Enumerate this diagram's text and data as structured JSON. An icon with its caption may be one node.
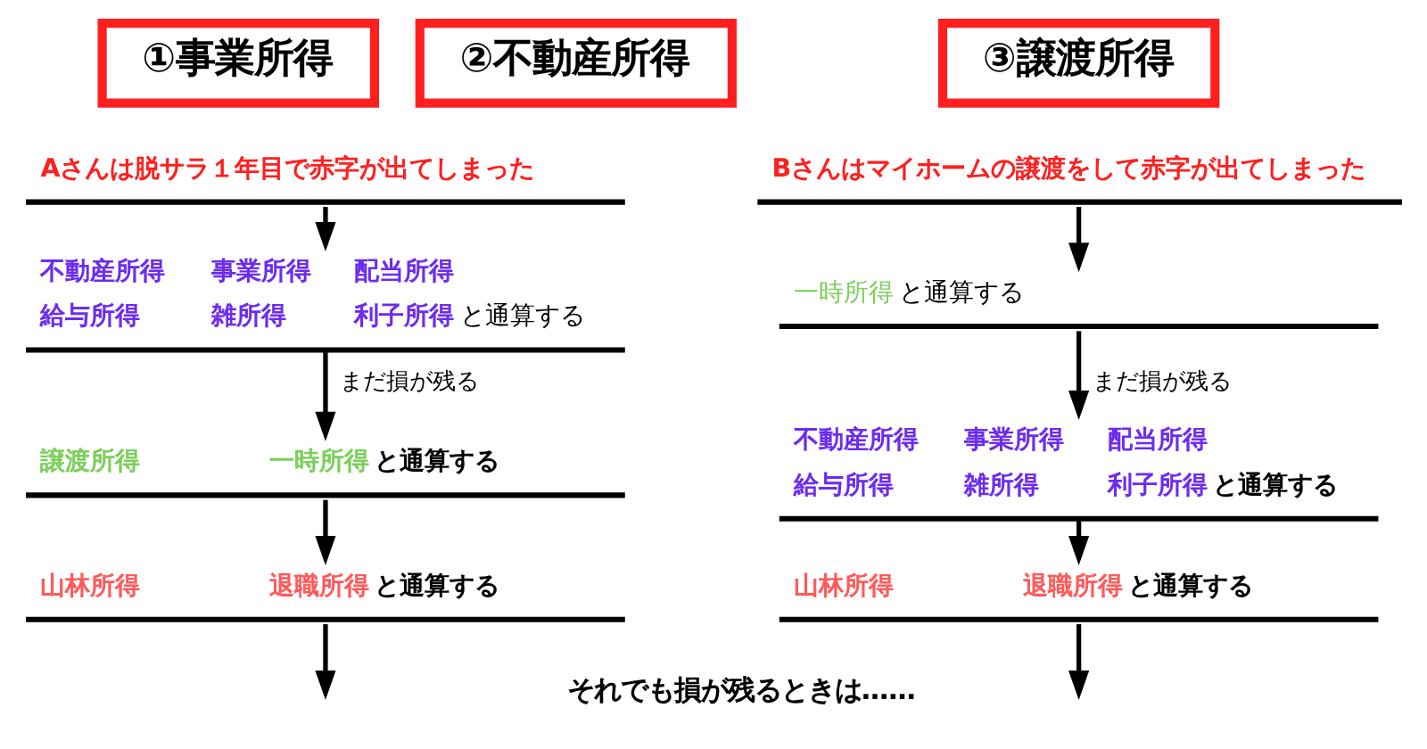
{
  "diagram": {
    "nodes": [
      {
        "text": [
          "①事業所得"
        ]
      },
      {
        "text": [
          "②不動産所得"
        ]
      },
      {
        "text": [
          "③譲渡所得"
        ]
      },
      {
        "text": [
          "Aさんは脱サラ１年目で赤字が出てしまった"
        ]
      },
      {
        "text": [
          "不動産所得",
          "事業所得",
          "配当所得",
          "給与所得",
          "雑所得",
          "利子所得",
          "と通算する"
        ]
      },
      {
        "text": [
          "譲渡所得",
          "一時所得",
          "と通算する"
        ]
      },
      {
        "text": [
          "山林所得",
          "退職所得",
          "と通算する"
        ]
      },
      {
        "text": [
          "Bさんはマイホームの譲渡をして赤字が出てしまった"
        ]
      },
      {
        "text": [
          "一時所得",
          "と通算する"
        ]
      },
      {
        "text": [
          "不動産所得",
          "事業所得",
          "配当所得",
          "給与所得",
          "雑所得",
          "利子所得",
          "と通算する"
        ]
      },
      {
        "text": [
          "山林所得",
          "退職所得",
          "と通算する"
        ]
      }
    ],
    "edges": [
      {
        "from": 3,
        "to": 4,
        "arrow": "to"
      },
      {
        "from": 4,
        "to": 5,
        "arrow": "to",
        "label": "まだ損が残る"
      },
      {
        "from": 5,
        "to": 6,
        "arrow": "to"
      },
      {
        "from": 6,
        "to": null,
        "arrow": "to"
      },
      {
        "from": 7,
        "to": 8,
        "arrow": "to"
      },
      {
        "from": 8,
        "to": 9,
        "arrow": "to",
        "label": "まだ損が残る"
      },
      {
        "from": 9,
        "to": 10,
        "arrow": "to"
      },
      {
        "from": 10,
        "to": null,
        "arrow": "to"
      }
    ],
    "labels": [
      "それでも損が残るときは……"
    ]
  }
}
